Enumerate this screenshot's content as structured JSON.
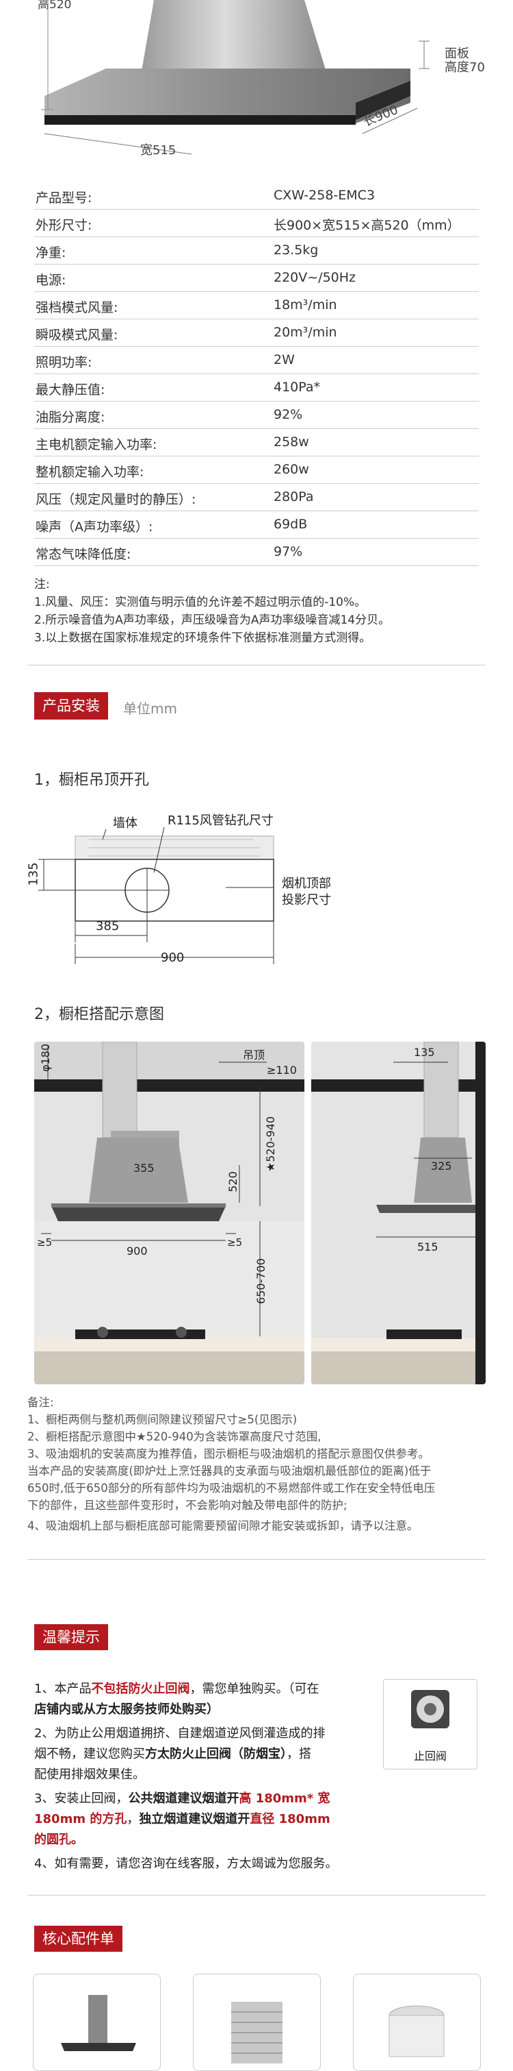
{
  "hero": {
    "dim_panel_1": "面板",
    "dim_panel_2": "高度70",
    "dim_width": "宽515",
    "dim_length": "长900",
    "dim_height_partial": "高520"
  },
  "specs": [
    {
      "k": "产品型号:",
      "v": "CXW-258-EMC3"
    },
    {
      "k": "外形尺寸:",
      "v": "长900×宽515×高520（mm）"
    },
    {
      "k": "净重:",
      "v": "23.5kg"
    },
    {
      "k": "电源:",
      "v": "220V~/50Hz"
    },
    {
      "k": "强档模式风量:",
      "v": "18m³/min"
    },
    {
      "k": "瞬吸模式风量:",
      "v": "20m³/min"
    },
    {
      "k": "照明功率:",
      "v": "2W"
    },
    {
      "k": "最大静压值:",
      "v": "410Pa*"
    },
    {
      "k": "油脂分离度:",
      "v": "92%"
    },
    {
      "k": "主电机额定输入功率:",
      "v": "258w"
    },
    {
      "k": "整机额定输入功率:",
      "v": "260w"
    },
    {
      "k": "风压（规定风量时的静压）:",
      "v": "280Pa"
    },
    {
      "k": "噪声（A声功率级）:",
      "v": "69dB"
    },
    {
      "k": "常态气味降低度:",
      "v": "97%"
    }
  ],
  "notes": [
    "注:",
    "1.风量、风压：实测值与明示值的允许差不超过明示值的-10%。",
    "2.所示噪音值为A声功率级，声压级噪音为A声功率级噪音减14分贝。",
    "3.以上数据在国家标准规定的环境条件下依据标准测量方式测得。"
  ],
  "install": {
    "tag": "产品安装",
    "unit": "单位mm",
    "s1_title": "1，橱柜吊顶开孔",
    "s1_wall": "墙体",
    "s1_r115": "R115风管钻孔尺寸",
    "s1_proj_1": "烟机顶部",
    "s1_proj_2": "投影尺寸",
    "s1_135": "135",
    "s1_385": "385",
    "s1_900": "900",
    "s2_title": "2，橱柜搭配示意图",
    "d_phi180": "φ180",
    "d_ceiling": "吊顶",
    "d_ge110": "≥110",
    "d_355": "355",
    "d_520": "520",
    "d_520_940": "★520-940",
    "d_ge5_l": "≥5",
    "d_ge5_r": "≥5",
    "d_900": "900",
    "d_650_700": "650-700",
    "d_135": "135",
    "d_325": "325",
    "d_515": "515"
  },
  "remarks": [
    "备注:",
    "1、橱柜两侧与整机两侧间隙建议预留尺寸≥5(见图示)",
    "2、橱柜搭配示意图中★520-940为含装饰罩高度尺寸范围,",
    "3、吸油烟机的安装高度为推荐值，图示橱柜与吸油烟机的搭配示意图仅供参考。",
    "当本产品的安装高度(即炉灶上烹饪器具的支承面与吸油烟机最低部位的距离)低于",
    "650时,低于650部分的所有部件均为吸油烟机的不易燃部件或工作在安全特低电压",
    "下的部件，且这些部件变形时，不会影响对触及带电部件的防护;",
    "4、吸油烟机上部与橱柜底部可能需要预留间隙才能安装或拆卸，请予以注意。"
  ],
  "tips": {
    "tag": "温馨提示",
    "l1a": "1、本产品",
    "l1b": "不包括防火止回阀",
    "l1c": "，需您单独购买。（可在",
    "l2": "店铺内或从方太服务技师处购买）",
    "l3": "2、为防止公用烟道拥挤、自建烟道逆风倒灌造成的排",
    "l4a": "烟不畅，建议您购买",
    "l4b": "方太防火止回阀（防烟宝）",
    "l4c": "，搭",
    "l5": "配使用排烟效果佳。",
    "l6a": "3、安装止回阀，",
    "l6b": "公共烟道建议烟道开",
    "l6c": "高 180mm* 宽",
    "l7a": "180mm 的方孔",
    "l7b": "，",
    "l7c": "独立烟道建议烟道开",
    "l7d": "直径 180mm",
    "l8": "的圆孔。",
    "l9": "4、如有需要，请您咨询在线客服，方太竭诚为您服务。",
    "valve_label": "止回阀"
  },
  "parts": {
    "tag": "核心配件单"
  },
  "colors": {
    "accent": "#b4191f"
  }
}
